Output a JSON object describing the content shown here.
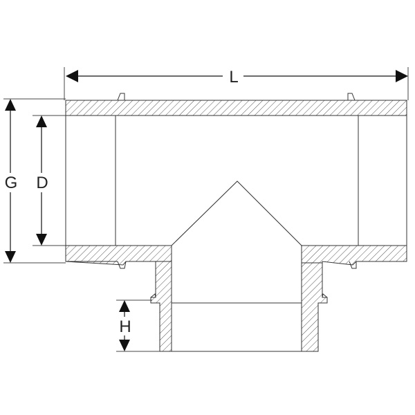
{
  "diagram": {
    "labels": {
      "length": "L",
      "outer_diameter": "G",
      "inner_diameter": "D",
      "branch_height": "H"
    }
  }
}
